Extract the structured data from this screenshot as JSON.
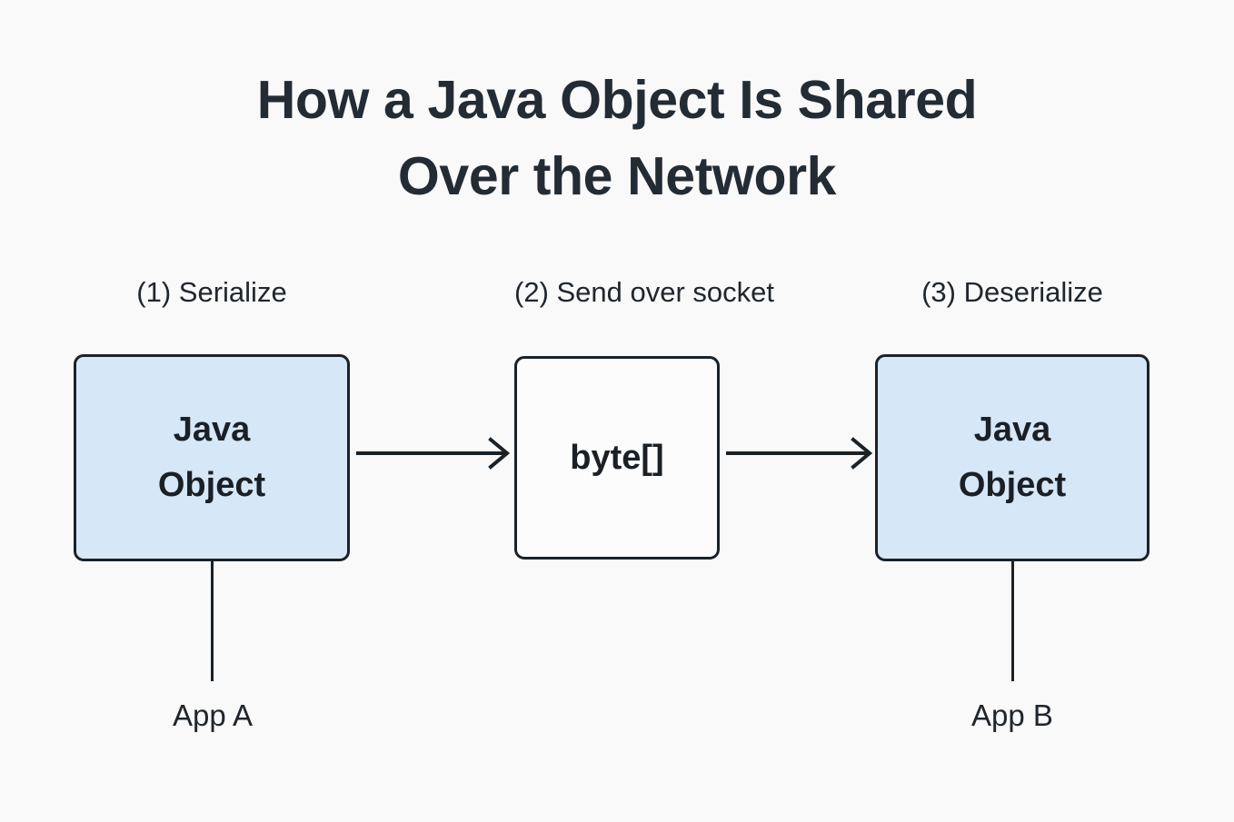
{
  "diagram": {
    "background_color": "#f9f9fa",
    "title": {
      "line1": "How a Java Object Is Shared",
      "line2": "Over the Network"
    },
    "steps": [
      {
        "id": "serialize",
        "label": "(1) Serialize"
      },
      {
        "id": "send",
        "label": "(2) Send over socket"
      },
      {
        "id": "deserialize",
        "label": "(3) Deserialize"
      }
    ],
    "nodes": [
      {
        "id": "java-object-a",
        "line1": "Java",
        "line2": "Object",
        "fill_color": "#d6e7f7",
        "border_color": "#1a2228"
      },
      {
        "id": "bytes",
        "line1": "byte[]",
        "line2": "",
        "fill_color": "#fcfcfc",
        "border_color": "#1a2228"
      },
      {
        "id": "java-object-b",
        "line1": "Java",
        "line2": "Object",
        "fill_color": "#d6e7f7",
        "border_color": "#1a2228"
      }
    ],
    "arrows": [
      {
        "id": "arrow-serialize-to-bytes",
        "from": "java-object-a",
        "to": "bytes",
        "direction": "right",
        "color": "#1a2228"
      },
      {
        "id": "arrow-bytes-to-deserialize",
        "from": "bytes",
        "to": "java-object-b",
        "direction": "right",
        "color": "#1a2228"
      }
    ],
    "endpoints": [
      {
        "id": "app-a",
        "label": "App A",
        "attached_to": "java-object-a"
      },
      {
        "id": "app-b",
        "label": "App B",
        "attached_to": "java-object-b"
      }
    ]
  }
}
